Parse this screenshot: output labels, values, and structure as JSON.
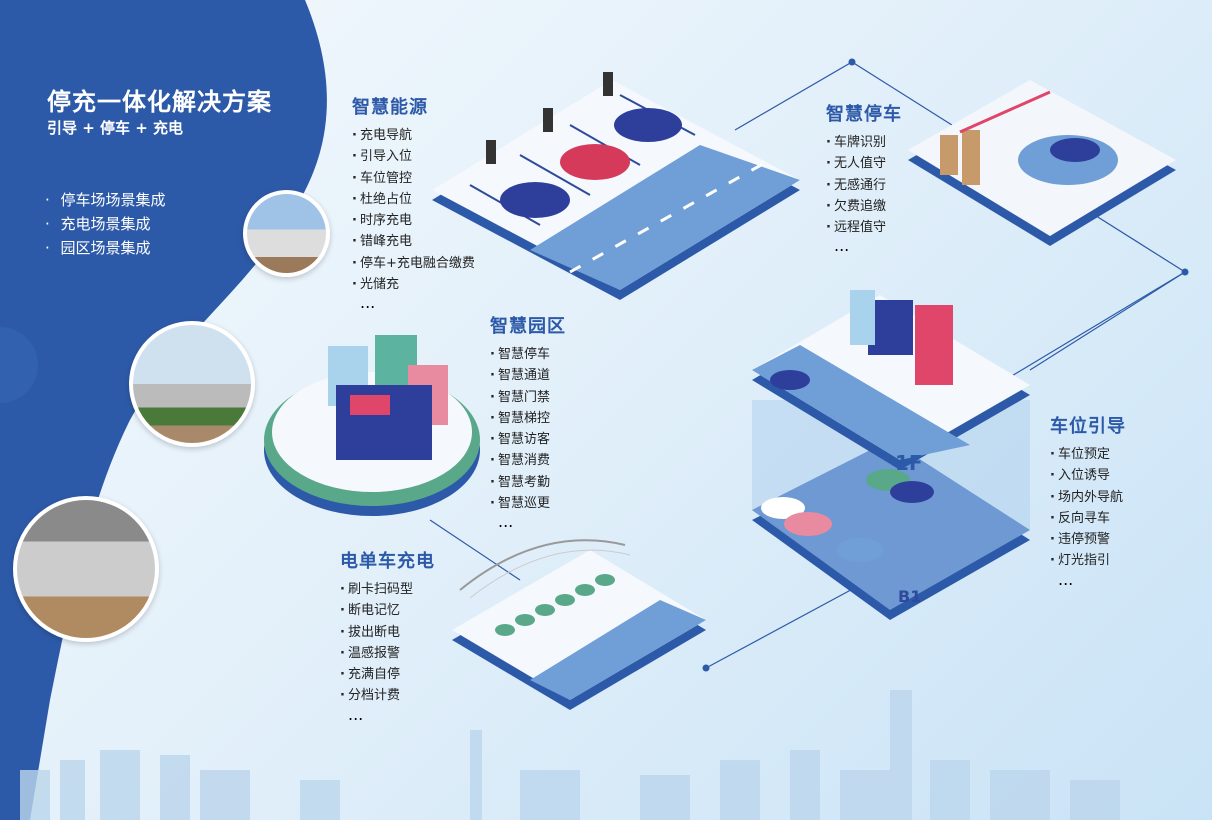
{
  "header": {
    "title": "停充一体化解决方案",
    "subtitle": "引导 + 停车 + 充电"
  },
  "scenes": [
    "停车场场景集成",
    "充电场景集成",
    "园区场景集成"
  ],
  "sections": {
    "energy": {
      "title": "智慧能源",
      "items": [
        "充电导航",
        "引导入位",
        "车位管控",
        "杜绝占位",
        "时序充电",
        "错峰充电",
        "停车+充电融合缴费",
        "光储充"
      ],
      "more": "..."
    },
    "parking": {
      "title": "智慧停车",
      "items": [
        "车牌识别",
        "无人值守",
        "无感通行",
        "欠费追缴",
        "远程值守"
      ],
      "more": "..."
    },
    "campus": {
      "title": "智慧园区",
      "items": [
        "智慧停车",
        "智慧通道",
        "智慧门禁",
        "智慧梯控",
        "智慧访客",
        "智慧消费",
        "智慧考勤",
        "智慧巡更"
      ],
      "more": "..."
    },
    "guidance": {
      "title": "车位引导",
      "items": [
        "车位预定",
        "入位诱导",
        "场内外导航",
        "反向寻车",
        "违停预警",
        "灯光指引"
      ],
      "more": "..."
    },
    "ebike": {
      "title": "电单车充电",
      "items": [
        "刷卡扫码型",
        "断电记忆",
        "拔出断电",
        "温感报警",
        "充满自停",
        "分档计费"
      ],
      "more": "..."
    }
  },
  "labels": {
    "floor1": "1F",
    "floorb1": "B1"
  },
  "colors": {
    "brand": "#2d5aa8",
    "accent": "#e0456a"
  }
}
